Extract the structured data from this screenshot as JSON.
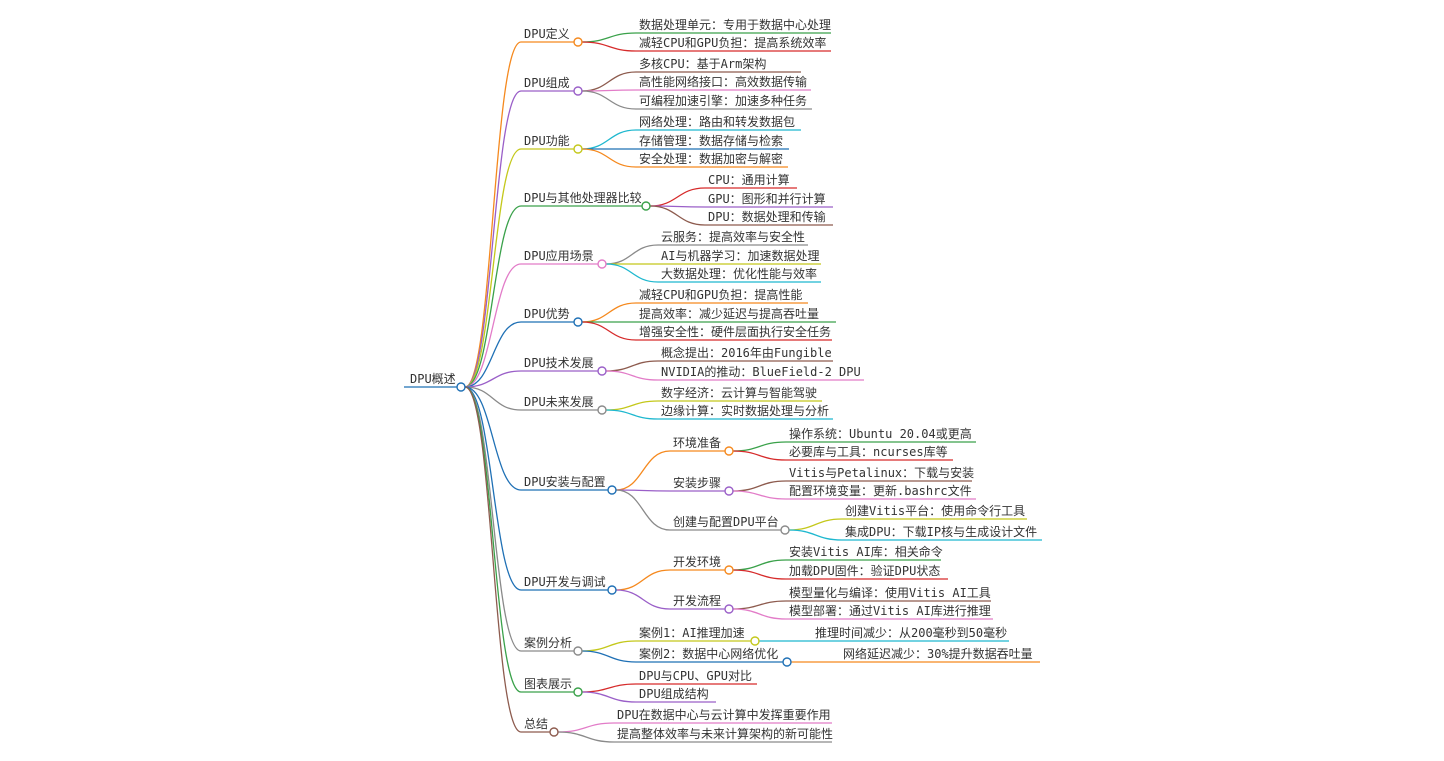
{
  "colors": {
    "orange": "#f5891e",
    "green": "#3aa14a",
    "red": "#d62b2b",
    "purple": "#9a5fc8",
    "brown": "#8d5b4e",
    "pink": "#e27cc8",
    "gray": "#8a8a8a",
    "olive": "#c4c81b",
    "cyan": "#1fb8cf",
    "blue": "#1f70b5",
    "text": "#333333"
  },
  "root": {
    "label": "DPU概述",
    "children": [
      {
        "label": "DPU定义",
        "color": "orange",
        "children": [
          {
            "label": "数据处理单元：专用于数据中心处理",
            "color": "green"
          },
          {
            "label": "减轻CPU和GPU负担：提高系统效率",
            "color": "red"
          }
        ]
      },
      {
        "label": "DPU组成",
        "color": "purple",
        "children": [
          {
            "label": "多核CPU：基于Arm架构",
            "color": "brown"
          },
          {
            "label": "高性能网络接口：高效数据传输",
            "color": "pink"
          },
          {
            "label": "可编程加速引擎：加速多种任务",
            "color": "gray"
          }
        ]
      },
      {
        "label": "DPU功能",
        "color": "olive",
        "children": [
          {
            "label": "网络处理：路由和转发数据包",
            "color": "cyan"
          },
          {
            "label": "存储管理：数据存储与检索",
            "color": "blue"
          },
          {
            "label": "安全处理：数据加密与解密",
            "color": "orange"
          }
        ]
      },
      {
        "label": "DPU与其他处理器比较",
        "color": "green",
        "children": [
          {
            "label": "CPU：通用计算",
            "color": "red"
          },
          {
            "label": "GPU：图形和并行计算",
            "color": "purple"
          },
          {
            "label": "DPU：数据处理和传输",
            "color": "brown"
          }
        ]
      },
      {
        "label": "DPU应用场景",
        "color": "pink",
        "children": [
          {
            "label": "云服务：提高效率与安全性",
            "color": "gray"
          },
          {
            "label": "AI与机器学习：加速数据处理",
            "color": "olive"
          },
          {
            "label": "大数据处理：优化性能与效率",
            "color": "cyan"
          }
        ]
      },
      {
        "label": "DPU优势",
        "color": "blue",
        "children": [
          {
            "label": "减轻CPU和GPU负担：提高性能",
            "color": "orange"
          },
          {
            "label": "提高效率：减少延迟与提高吞吐量",
            "color": "green"
          },
          {
            "label": "增强安全性：硬件层面执行安全任务",
            "color": "red"
          }
        ]
      },
      {
        "label": "DPU技术发展",
        "color": "purple",
        "children": [
          {
            "label": "概念提出：2016年由Fungible",
            "color": "brown"
          },
          {
            "label": "NVIDIA的推动：BlueField-2 DPU",
            "color": "pink"
          }
        ]
      },
      {
        "label": "DPU未来发展",
        "color": "gray",
        "children": [
          {
            "label": "数字经济：云计算与智能驾驶",
            "color": "olive"
          },
          {
            "label": "边缘计算：实时数据处理与分析",
            "color": "cyan"
          }
        ]
      },
      {
        "label": "DPU安装与配置",
        "color": "blue",
        "children": [
          {
            "label": "环境准备",
            "color": "orange",
            "children": [
              {
                "label": "操作系统：Ubuntu 20.04或更高",
                "color": "green"
              },
              {
                "label": "必要库与工具：ncurses库等",
                "color": "red"
              }
            ]
          },
          {
            "label": "安装步骤",
            "color": "purple",
            "children": [
              {
                "label": "Vitis与Petalinux：下载与安装",
                "color": "brown"
              },
              {
                "label": "配置环境变量：更新.bashrc文件",
                "color": "pink"
              }
            ]
          },
          {
            "label": "创建与配置DPU平台",
            "color": "gray",
            "children": [
              {
                "label": "创建Vitis平台：使用命令行工具",
                "color": "olive"
              },
              {
                "label": "集成DPU：下载IP核与生成设计文件",
                "color": "cyan"
              }
            ]
          }
        ]
      },
      {
        "label": "DPU开发与调试",
        "color": "blue",
        "children": [
          {
            "label": "开发环境",
            "color": "orange",
            "children": [
              {
                "label": "安装Vitis AI库：相关命令",
                "color": "green"
              },
              {
                "label": "加载DPU固件：验证DPU状态",
                "color": "red"
              }
            ]
          },
          {
            "label": "开发流程",
            "color": "purple",
            "children": [
              {
                "label": "模型量化与编译：使用Vitis AI工具",
                "color": "brown"
              },
              {
                "label": "模型部署：通过Vitis AI库进行推理",
                "color": "pink"
              }
            ]
          }
        ]
      },
      {
        "label": "案例分析",
        "color": "gray",
        "children": [
          {
            "label": "案例1：AI推理加速",
            "color": "olive",
            "children": [
              {
                "label": "推理时间减少：从200毫秒到50毫秒",
                "color": "cyan"
              }
            ]
          },
          {
            "label": "案例2：数据中心网络优化",
            "color": "blue",
            "children": [
              {
                "label": "网络延迟减少：30%提升数据吞吐量",
                "color": "orange"
              }
            ]
          }
        ]
      },
      {
        "label": "图表展示",
        "color": "green",
        "children": [
          {
            "label": "DPU与CPU、GPU对比",
            "color": "red"
          },
          {
            "label": "DPU组成结构",
            "color": "purple"
          }
        ]
      },
      {
        "label": "总结",
        "color": "brown",
        "children": [
          {
            "label": "DPU在数据中心与云计算中发挥重要作用",
            "color": "pink"
          },
          {
            "label": "提高整体效率与未来计算架构的新可能性",
            "color": "gray"
          }
        ]
      }
    ]
  }
}
